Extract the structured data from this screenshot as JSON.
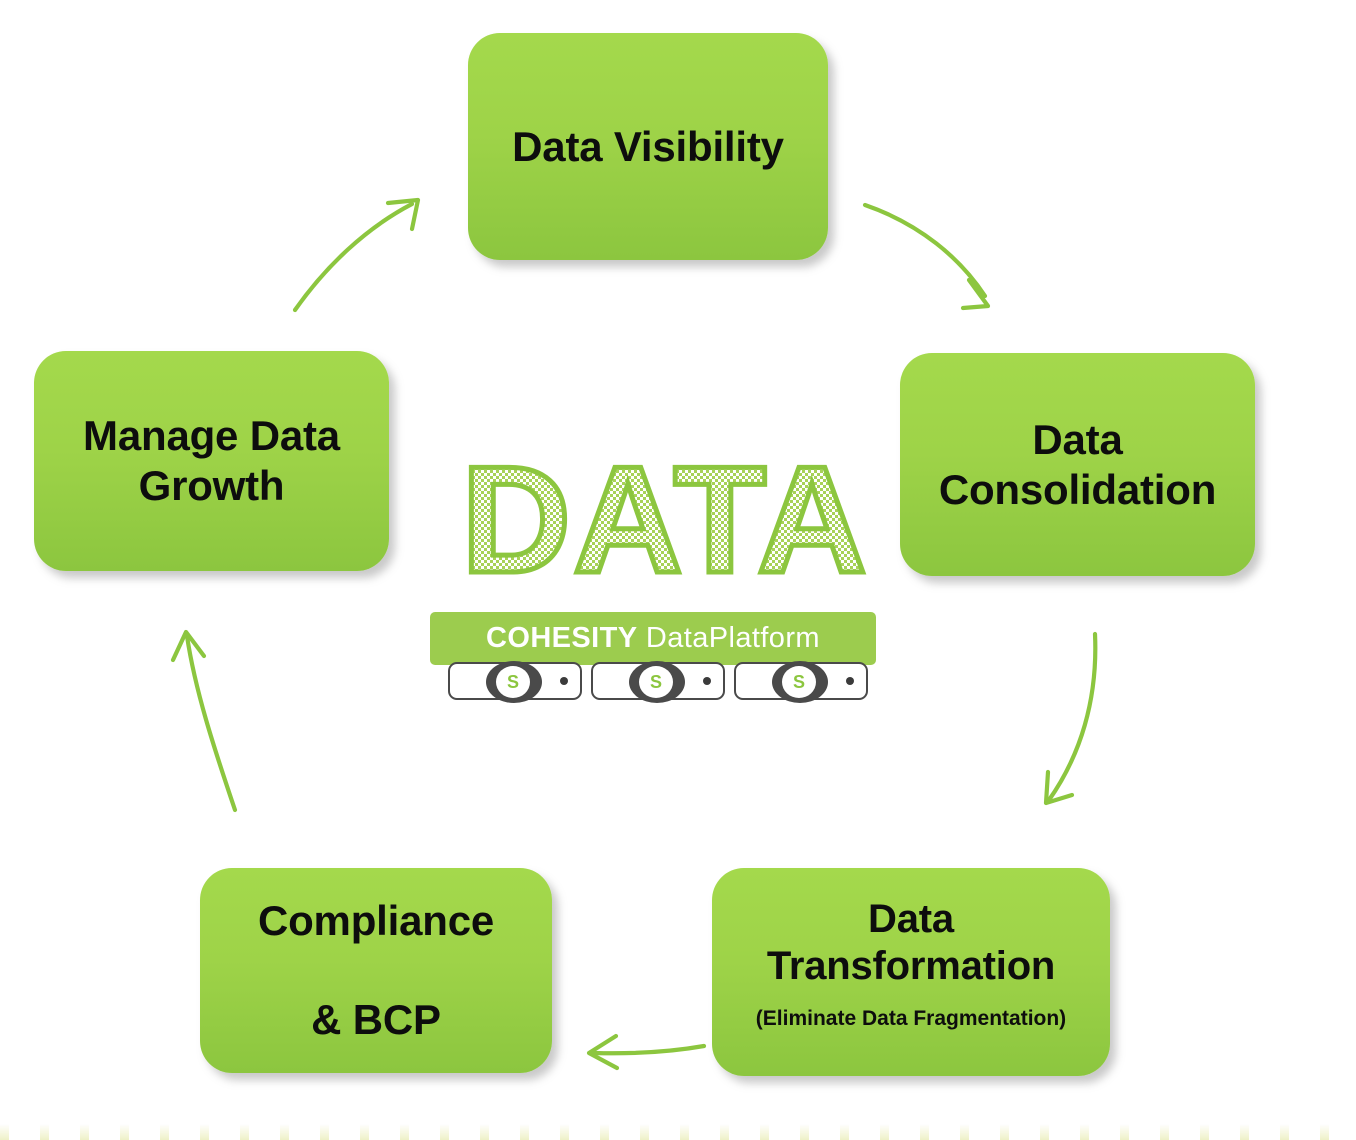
{
  "diagram": {
    "title": "Data Lifecycle Cycle Diagram",
    "accent_green": "#9acd45",
    "box_green_top": "#a4d94c",
    "box_green_bottom": "#8cc63f",
    "arrow_green": "#8cc63f",
    "text_color": "#0d0d0d"
  },
  "nodes": [
    {
      "id": "data-visibility",
      "label": "Data Visibility",
      "sublabel": ""
    },
    {
      "id": "data-consolidation",
      "label": "Data\nConsolidation",
      "sublabel": ""
    },
    {
      "id": "data-transformation",
      "label": "Data\nTransformation",
      "sublabel": "(Eliminate Data Fragmentation)"
    },
    {
      "id": "compliance-bcp",
      "label": "Compliance\n\n& BCP",
      "sublabel": ""
    },
    {
      "id": "manage-data-growth",
      "label": "Manage Data\nGrowth",
      "sublabel": ""
    }
  ],
  "center_logo": {
    "wordmark": "DATA",
    "platform_brand": "COHESITY",
    "platform_product": " DataPlatform",
    "node_glyph": "S",
    "node_count": 3
  },
  "arrows": [
    {
      "id": "arrow-growth-to-visibility",
      "from": "manage-data-growth",
      "to": "data-visibility",
      "direction": "up-right"
    },
    {
      "id": "arrow-visibility-to-consolidation",
      "from": "data-visibility",
      "to": "data-consolidation",
      "direction": "down-right"
    },
    {
      "id": "arrow-consolidation-to-transformation",
      "from": "data-consolidation",
      "to": "data-transformation",
      "direction": "down-left"
    },
    {
      "id": "arrow-transformation-to-compliance",
      "from": "data-transformation",
      "to": "compliance-bcp",
      "direction": "left"
    },
    {
      "id": "arrow-compliance-to-growth",
      "from": "compliance-bcp",
      "to": "manage-data-growth",
      "direction": "up"
    }
  ]
}
